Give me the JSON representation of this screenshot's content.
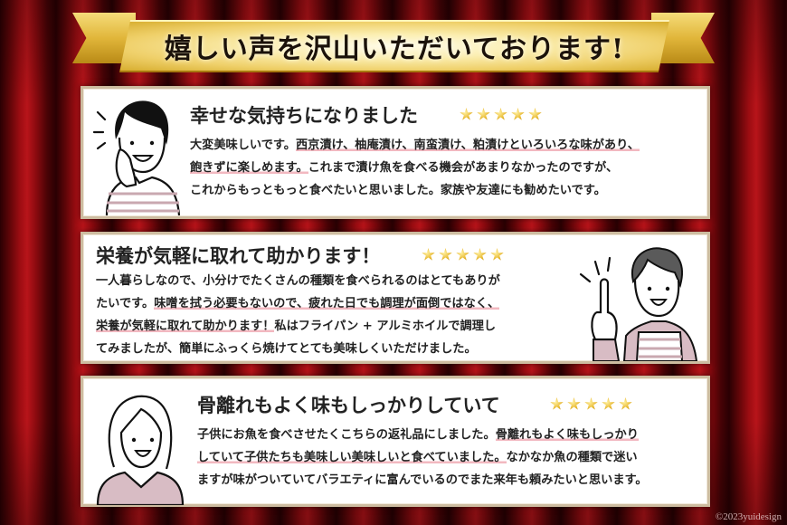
{
  "banner": {
    "title": "嬉しい声を沢山いただいております!"
  },
  "colors": {
    "curtain": "#9c0d12",
    "ribbon_gold": "#e1b63a",
    "card_border": "#cdbca0",
    "highlight_underline": "#f2b8c0",
    "star": "#e6b52a"
  },
  "reviews": [
    {
      "title": "幸せな気持ちになりました",
      "rating": 5,
      "avatar": "woman-short-hair-hand-on-cheek",
      "body": {
        "p1": "大変美味しいです。",
        "hl1": "西京漬け、柚庵漬け、南蛮漬け、粕漬けといろいろな味があり、",
        "hl2": "飽きずに楽しめます。",
        "p2": "これまで漬け魚を食べる機会があまりなかったのですが、",
        "p3": "これからもっともっと食べたいと思いました。家族や友達にも勧めたいです。"
      }
    },
    {
      "title": "栄養が気軽に取れて助かります！",
      "rating": 5,
      "avatar": "man-pointing-finger-up",
      "body": {
        "p1": "一人暮らしなので、小分けでたくさんの種類を食べられるのはとてもありが",
        "p2": "たいです。",
        "hl1": "味噌を拭う必要もないので、疲れた日でも調理が面倒ではなく、",
        "hl2": "栄養が気軽に取れて助かります！",
        "p3": "私はフライパン + アルミホイルで調理し",
        "p4": "てみましたが、簡単にふっくら焼けてとても美味しくいただけました。"
      }
    },
    {
      "title": "骨離れもよく味もしっかりしていて",
      "rating": 5,
      "avatar": "woman-long-hair-smiling",
      "body": {
        "p1": "子供にお魚を食べさせたくこちらの返礼品にしました。",
        "hl1": "骨離れもよく味もしっかり",
        "hl2": "していて子供たちも美味しい美味しいと食べていました。",
        "p2": "なかなか魚の種類で迷い",
        "p3": "ますが味がついていてバラエティに富んでいるのでまた来年も頼みたいと思います。"
      }
    }
  ],
  "footer": {
    "copyright": "©2023yuidesign"
  }
}
